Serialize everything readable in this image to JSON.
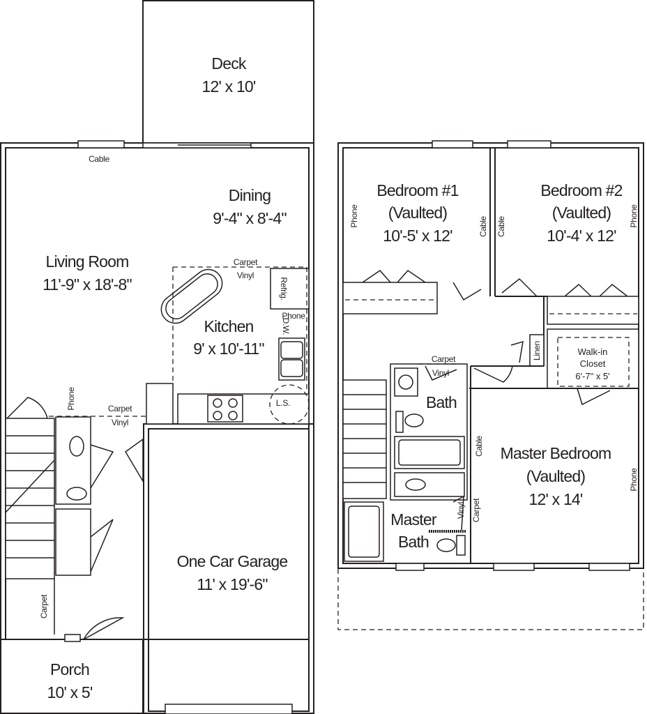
{
  "first_floor": {
    "deck": {
      "name": "Deck",
      "size": "12' x 10'"
    },
    "dining": {
      "name": "Dining",
      "size": "9'-4\" x 8'-4\""
    },
    "living_room": {
      "name": "Living Room",
      "size": "11'-9\" x 18'-8\""
    },
    "kitchen": {
      "name": "Kitchen",
      "size": "9' x 10'-11\""
    },
    "garage": {
      "name": "One Car Garage",
      "size": "11' x 19'-6\""
    },
    "porch": {
      "name": "Porch",
      "size": "10' x 5'"
    },
    "labels": {
      "cable": "Cable",
      "carpet_kitchen": "Carpet",
      "vinyl_kitchen": "Vinyl",
      "refrig": "Refrig.",
      "phone_kitchen": "Phone",
      "dw": "D.W.",
      "ls": "L.S.",
      "phone_living": "Phone",
      "carpet_hall": "Carpet",
      "vinyl_hall": "Vinyl",
      "carpet_entry": "Carpet"
    }
  },
  "second_floor": {
    "bedroom1": {
      "name": "Bedroom #1",
      "note": "(Vaulted)",
      "size": "10'-5' x 12'"
    },
    "bedroom2": {
      "name": "Bedroom #2",
      "note": "(Vaulted)",
      "size": "10'-4' x 12'"
    },
    "walk_in_closet": {
      "name1": "Walk-in",
      "name2": "Closet",
      "size": "6'-7\" x 5'"
    },
    "bath": {
      "name": "Bath"
    },
    "master_bedroom": {
      "name": "Master Bedroom",
      "note": "(Vaulted)",
      "size": "12' x 14'"
    },
    "master_bath": {
      "name1": "Master",
      "name2": "Bath"
    },
    "labels": {
      "phone_b1": "Phone",
      "cable_b1": "Cable",
      "cable_b2": "Cable",
      "phone_b2": "Phone",
      "carpet_bath": "Carpet",
      "vinyl_bath": "Vinyl",
      "linen": "Linen",
      "cable_master": "Cable",
      "phone_master": "Phone",
      "vinyl_mbath": "Vinyl",
      "carpet_mbath": "Carpet"
    }
  }
}
